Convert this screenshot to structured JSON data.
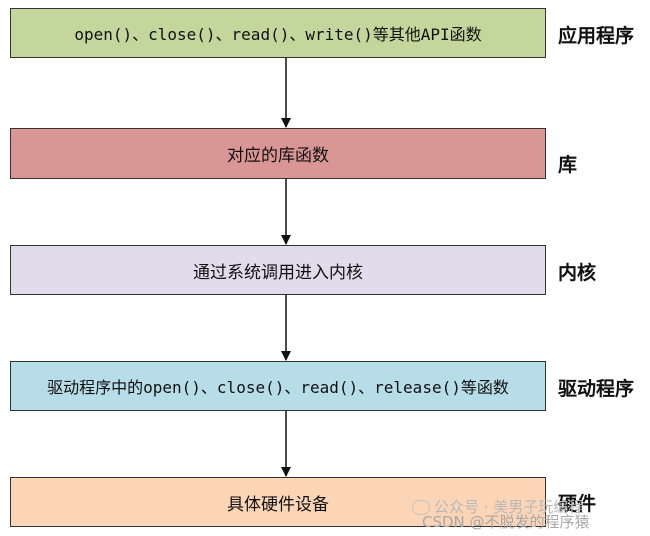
{
  "layers": [
    {
      "box_text": "open()、close()、read()、write()等其他API函数",
      "side_label": "应用程序",
      "fill": "#c3d69b"
    },
    {
      "box_text": "对应的库函数",
      "side_label": "库",
      "fill": "#d99694"
    },
    {
      "box_text": "通过系统调用进入内核",
      "side_label": "内核",
      "fill": "#e2dbec"
    },
    {
      "box_text": "驱动程序中的open()、close()、read()、release()等函数",
      "side_label": "驱动程序",
      "fill": "#b7dde8"
    },
    {
      "box_text": "具体硬件设备",
      "side_label": "硬件",
      "fill": "#fbd5b5"
    }
  ],
  "watermark": {
    "line1": "公众号 · 美男子玩编程",
    "line2": "CSDN @不脱发的程序猿"
  }
}
